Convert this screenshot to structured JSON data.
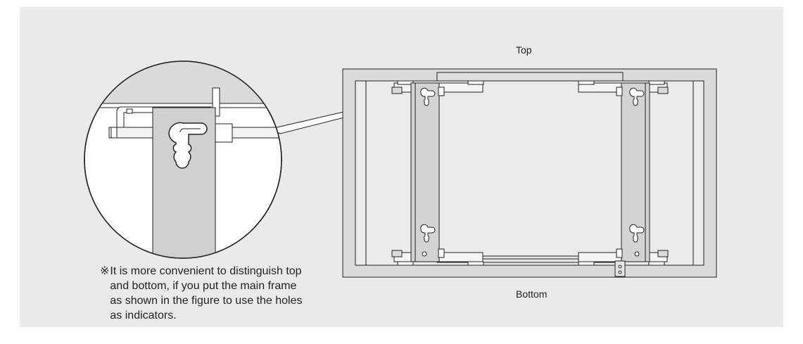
{
  "labels": {
    "top": "Top",
    "bottom": "Bottom"
  },
  "note": {
    "mark": "※",
    "text": "It is more convenient to distinguish top and bottom, if you put the main frame as shown in the figure to use the holes as indicators."
  },
  "colors": {
    "background": "#e9eaeb",
    "frame_fill": "#dcdddf",
    "bracket_fill": "#cfd0d2",
    "line": "#222222",
    "detail_fill": "#ffffff"
  }
}
